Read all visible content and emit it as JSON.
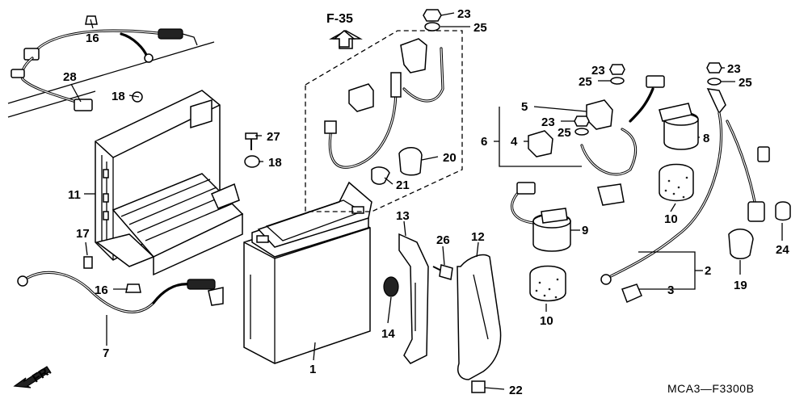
{
  "diagram": {
    "reference_label": "F-35",
    "drawing_code": "MCA3—F3300B",
    "front_label": "FR.",
    "callouts": [
      {
        "id": "c1",
        "text": "1"
      },
      {
        "id": "c2",
        "text": "2"
      },
      {
        "id": "c3",
        "text": "3"
      },
      {
        "id": "c4",
        "text": "4"
      },
      {
        "id": "c5",
        "text": "5"
      },
      {
        "id": "c6",
        "text": "6"
      },
      {
        "id": "c7",
        "text": "7"
      },
      {
        "id": "c8",
        "text": "8"
      },
      {
        "id": "c9",
        "text": "9"
      },
      {
        "id": "c10a",
        "text": "10"
      },
      {
        "id": "c10b",
        "text": "10"
      },
      {
        "id": "c11",
        "text": "11"
      },
      {
        "id": "c12",
        "text": "12"
      },
      {
        "id": "c13",
        "text": "13"
      },
      {
        "id": "c14",
        "text": "14"
      },
      {
        "id": "c16a",
        "text": "16"
      },
      {
        "id": "c16b",
        "text": "16"
      },
      {
        "id": "c17",
        "text": "17"
      },
      {
        "id": "c18a",
        "text": "18"
      },
      {
        "id": "c18b",
        "text": "18"
      },
      {
        "id": "c19",
        "text": "19"
      },
      {
        "id": "c20",
        "text": "20"
      },
      {
        "id": "c21",
        "text": "21"
      },
      {
        "id": "c22",
        "text": "22"
      },
      {
        "id": "c23a",
        "text": "23"
      },
      {
        "id": "c23b",
        "text": "23"
      },
      {
        "id": "c23c",
        "text": "23"
      },
      {
        "id": "c23d",
        "text": "23"
      },
      {
        "id": "c24",
        "text": "24"
      },
      {
        "id": "c25a",
        "text": "25"
      },
      {
        "id": "c25b",
        "text": "25"
      },
      {
        "id": "c25c",
        "text": "25"
      },
      {
        "id": "c25d",
        "text": "25"
      },
      {
        "id": "c26",
        "text": "26"
      },
      {
        "id": "c27",
        "text": "27"
      },
      {
        "id": "c28",
        "text": "28"
      }
    ]
  }
}
